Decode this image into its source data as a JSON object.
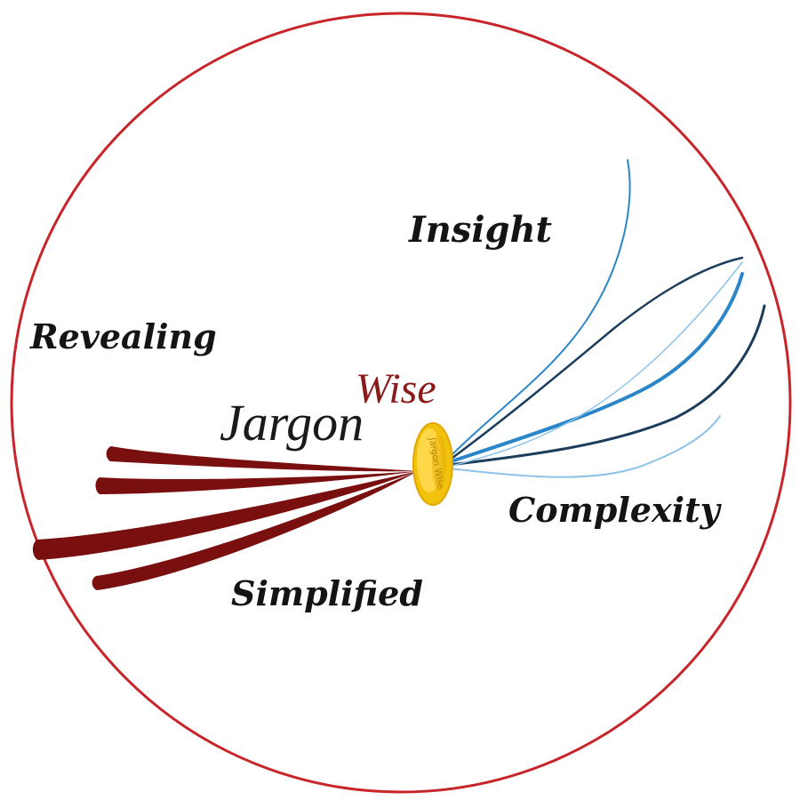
{
  "logo": {
    "brand_primary": "Jargon",
    "brand_secondary": "Wise",
    "ring_text": "Jargon Wise"
  },
  "words": {
    "top": "Insight",
    "left": "Revealing",
    "right": "Complexity",
    "bottom": "Simplified"
  },
  "colors": {
    "ring": "#c8252a",
    "dark_red": "#7a0f10",
    "wise": "#8b1a1a",
    "blue": "#2a86c8",
    "navy": "#1d3d5c",
    "light_blue": "#8ec3e8",
    "gold": "#f2c20c"
  }
}
